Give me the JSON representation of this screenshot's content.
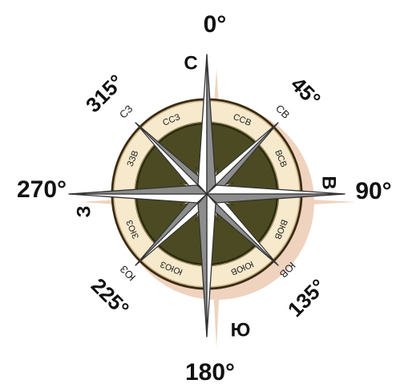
{
  "colors": {
    "shadow": "#e2b08c",
    "ring_fill": "#f7e9cc",
    "ring_stroke": "#3a2a10",
    "inner_disc": "#4b4a22",
    "needle_light": "#ffffff",
    "needle_dark": "#8d8d8d",
    "needle_outline": "#333333"
  },
  "degrees": {
    "n": "0°",
    "ne": "45°",
    "e": "90°",
    "se": "135°",
    "s": "180°",
    "sw": "225°",
    "w": "270°",
    "nw": "315°"
  },
  "cardinals": {
    "n": "С",
    "e": "В",
    "s": "Ю",
    "w": "З"
  },
  "intercardinals": {
    "ne": "СВ",
    "se": "ЮВ",
    "sw": "ЮЗ",
    "nw": "СЗ"
  },
  "ring_labels": [
    {
      "id": "nnw",
      "text": "ССЗ"
    },
    {
      "id": "nne",
      "text": "ССВ"
    },
    {
      "id": "ene",
      "text": "ВСВ"
    },
    {
      "id": "ese",
      "text": "ВЮВ"
    },
    {
      "id": "sse",
      "text": "ЮЮВ"
    },
    {
      "id": "ssw",
      "text": "ЮЮЗ"
    },
    {
      "id": "wsw",
      "text": "ЗЮЗ"
    },
    {
      "id": "wnw",
      "text": "ЗЗВ"
    }
  ]
}
